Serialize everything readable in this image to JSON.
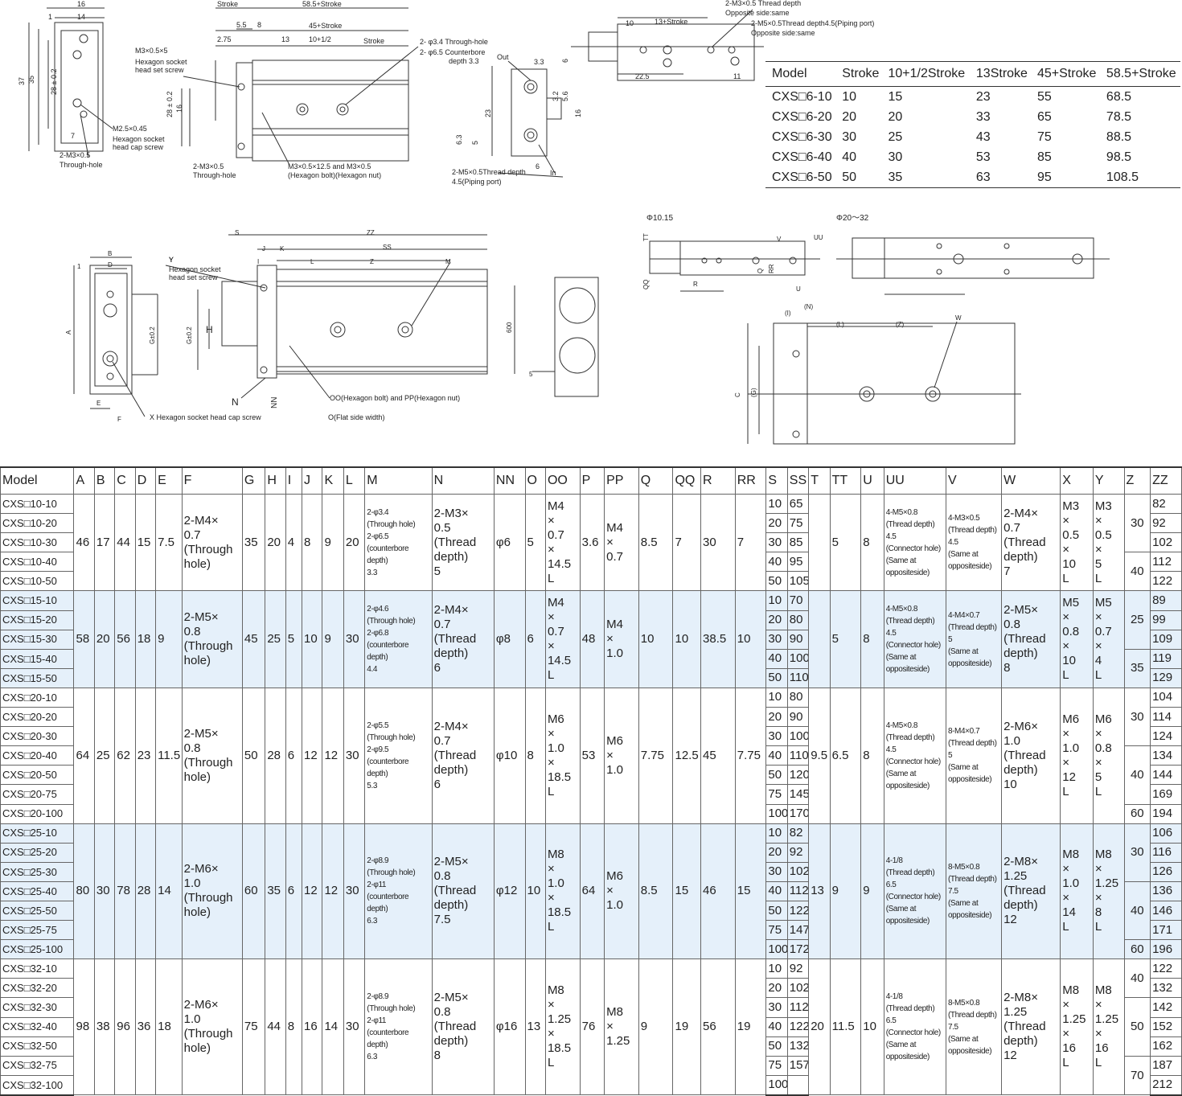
{
  "drawing": {
    "top_dims": [
      "16",
      "1",
      "14",
      "37",
      "35",
      "28 ± 0.2",
      "7",
      "Stroke",
      "58.5+Stroke",
      "5.5",
      "8",
      "2.75",
      "13",
      "45+Stroke",
      "10+1/2",
      "Stroke",
      "28 ± 0.2",
      "16",
      "10",
      "13+Stroke",
      "6",
      "22.5",
      "11",
      "3.3",
      "3.2",
      "5.6",
      "16",
      "23",
      "6.3",
      "5",
      "6"
    ],
    "top_labels": [
      "M3×0.5×5",
      "Hexagon socket",
      "head set screw",
      "M2.5×0.45",
      "Hexagon socket",
      "head cap screw",
      "2-M3×0.5",
      "Through-hole",
      "2-M3×0.5",
      "Through-hole",
      "M3×0.5×12.5 and M3×0.5",
      "(Hexagon bolt)(Hexagon nut)",
      "2- φ3.4 Through-hole",
      "2- φ6.5 Counterbore",
      "depth 3.3",
      "Out",
      "In",
      "2-M5×0.5Thread depth",
      "4.5(Piping port)",
      "2-M3×0.5 Thread depth",
      "Opposite side:same",
      "2-M5×0.5Thread depth4.5(Piping port)",
      "Opposite side:same"
    ],
    "mid_dims": [
      "B",
      "1",
      "D",
      "A",
      "G±0.2",
      "E",
      "F",
      "S",
      "ZZ",
      "J",
      "K",
      "SS",
      "I",
      "L",
      "Z",
      "M",
      "H",
      "G±0.2",
      "600",
      "5",
      "N",
      "NN",
      "Y",
      "TT",
      "QQ",
      "R",
      "V",
      "UU",
      "RR",
      "Q",
      "U",
      "C",
      "(G)",
      "W",
      "(L)",
      "(Z)",
      "(N)",
      "(I)"
    ],
    "mid_labels": [
      "Y",
      "Hexagon socket",
      "head set screw",
      "X Hexagon socket head cap screw",
      "OO(Hexagon bolt) and PP(Hexagon nut)",
      "O(Flat side width)",
      "Φ10.15",
      "Φ20～32"
    ]
  },
  "stroke_table": {
    "headers": [
      "Model",
      "Stroke",
      "10+1/2Stroke",
      "13Stroke",
      "45+Stroke",
      "58.5+Stroke"
    ],
    "rows": [
      [
        "CXS□6-10",
        "10",
        "15",
        "23",
        "55",
        "68.5"
      ],
      [
        "CXS□6-20",
        "20",
        "20",
        "33",
        "65",
        "78.5"
      ],
      [
        "CXS□6-30",
        "30",
        "25",
        "43",
        "75",
        "88.5"
      ],
      [
        "CXS□6-40",
        "40",
        "30",
        "53",
        "85",
        "98.5"
      ],
      [
        "CXS□6-50",
        "50",
        "35",
        "63",
        "95",
        "108.5"
      ]
    ]
  },
  "spec_table": {
    "headers": [
      "Model",
      "A",
      "B",
      "C",
      "D",
      "E",
      "F",
      "G",
      "H",
      "I",
      "J",
      "K",
      "L",
      "M",
      "N",
      "NN",
      "O",
      "OO",
      "P",
      "PP",
      "Q",
      "QQ",
      "R",
      "RR",
      "S",
      "SS",
      "T",
      "TT",
      "U",
      "UU",
      "V",
      "W",
      "X",
      "Y",
      "Z",
      "ZZ"
    ],
    "groups": [
      {
        "models": [
          "CXS□10-10",
          "CXS□10-20",
          "CXS□10-30",
          "CXS□10-40",
          "CXS□10-50"
        ],
        "A": "46",
        "B": "17",
        "C": "44",
        "D": "15",
        "E": "7.5",
        "F": "2-M4×\n0.7\n(Through\nhole)",
        "G": "35",
        "H": "20",
        "I": "4",
        "J": "8",
        "K": "9",
        "L": "20",
        "M": "2-φ3.4\n(Through hole)\n2-φ6.5\n(counterbore depth)\n3.3",
        "N": "2-M3×\n0.5\n(Thread\ndepth)\n5",
        "NN": "φ6",
        "O": "5",
        "OO": "M4\n×\n0.7\n×\n14.5\nL",
        "P": "3.6",
        "PP": "M4\n×\n0.7",
        "Q": "8.5",
        "QQ": "7",
        "R": "30",
        "RR": "7",
        "S": [
          "10",
          "20",
          "30",
          "40",
          "50"
        ],
        "SS": [
          "65",
          "75",
          "85",
          "95",
          "105"
        ],
        "T": "",
        "TT": "5",
        "U": "8",
        "UU": "4-M5×0.8\n(Thread depth)\n4.5\n(Connector hole)\n(Same at\noppositeside)",
        "V": "4-M3×0.5\n(Thread depth)\n4.5\n(Same at\noppositeside)",
        "W": "2-M4×\n0.7\n(Thread\ndepth)\n7",
        "X": "M3\n×\n0.5\n×\n10\nL",
        "Y": "M3\n×\n0.5\n×\n5\nL",
        "Z": [
          "30",
          "40"
        ],
        "ZZ": [
          "82",
          "92",
          "102",
          "112",
          "122"
        ]
      },
      {
        "models": [
          "CXS□15-10",
          "CXS□15-20",
          "CXS□15-30",
          "CXS□15-40",
          "CXS□15-50"
        ],
        "A": "58",
        "B": "20",
        "C": "56",
        "D": "18",
        "E": "9",
        "F": "2-M5×\n0.8\n(Through\nhole)",
        "G": "45",
        "H": "25",
        "I": "5",
        "J": "10",
        "K": "9",
        "L": "30",
        "M": "2-φ4.6\n(Through hole)\n2-φ6.8\n(counterbore depth)\n4.4",
        "N": "2-M4×\n0.7\n(Thread\ndepth)\n6",
        "NN": "φ8",
        "O": "6",
        "OO": "M4\n×\n0.7\n×\n14.5\nL",
        "P": "48",
        "PP": "M4\n×\n1.0",
        "Q": "10",
        "QQ": "10",
        "R": "38.5",
        "RR": "10",
        "S": [
          "10",
          "20",
          "30",
          "40",
          "50"
        ],
        "SS": [
          "70",
          "80",
          "90",
          "100",
          "110"
        ],
        "T": "",
        "TT": "5",
        "U": "8",
        "UU": "4-M5×0.8\n(Thread depth)\n4.5\n(Connector hole)\n(Same at\noppositeside)",
        "V": "4-M4×0.7\n(Thread depth)\n5\n(Same at\noppositeside)",
        "W": "2-M5×\n0.8\n(Thread\ndepth)\n8",
        "X": "M5\n×\n0.8\n×\n10\nL",
        "Y": "M5\n×\n0.7\n×\n4\nL",
        "Z": [
          "25",
          "35"
        ],
        "ZZ": [
          "89",
          "99",
          "109",
          "119",
          "129"
        ]
      },
      {
        "models": [
          "CXS□20-10",
          "CXS□20-20",
          "CXS□20-30",
          "CXS□20-40",
          "CXS□20-50",
          "CXS□20-75",
          "CXS□20-100"
        ],
        "A": "64",
        "B": "25",
        "C": "62",
        "D": "23",
        "E": "11.5",
        "F": "2-M5×\n0.8\n(Through\nhole)",
        "G": "50",
        "H": "28",
        "I": "6",
        "J": "12",
        "K": "12",
        "L": "30",
        "M": "2-φ5.5\n(Through hole)\n2-φ9.5\n(counterbore depth)\n5.3",
        "N": "2-M4×\n0.7\n(Thread\ndepth)\n6",
        "NN": "φ10",
        "O": "8",
        "OO": "M6\n×\n1.0\n×\n18.5\nL",
        "P": "53",
        "PP": "M6\n×\n1.0",
        "Q": "7.75",
        "QQ": "12.5",
        "R": "45",
        "RR": "7.75",
        "S": [
          "10",
          "20",
          "30",
          "40",
          "50",
          "75",
          "100"
        ],
        "SS": [
          "80",
          "90",
          "100",
          "110",
          "120",
          "145",
          "170"
        ],
        "T": "9.5",
        "TT": "6.5",
        "U": "8",
        "UU": "4-M5×0.8\n(Thread depth)\n4.5\n(Connector hole)\n(Same at\noppositeside)",
        "V": "8-M4×0.7\n(Thread depth)\n5\n(Same at\noppositeside)",
        "W": "2-M6×\n1.0\n(Thread\ndepth)\n10",
        "X": "M6\n×\n1.0\n×\n12\nL",
        "Y": "M6\n×\n0.8\n×\n5\nL",
        "Z": [
          "30",
          "40",
          "60"
        ],
        "ZZ": [
          "104",
          "114",
          "124",
          "134",
          "144",
          "169",
          "194"
        ]
      },
      {
        "models": [
          "CXS□25-10",
          "CXS□25-20",
          "CXS□25-30",
          "CXS□25-40",
          "CXS□25-50",
          "CXS□25-75",
          "CXS□25-100"
        ],
        "A": "80",
        "B": "30",
        "C": "78",
        "D": "28",
        "E": "14",
        "F": "2-M6×\n1.0\n(Through\nhole)",
        "G": "60",
        "H": "35",
        "I": "6",
        "J": "12",
        "K": "12",
        "L": "30",
        "M": "2-φ8.9\n(Through hole)\n2-φ11\n(counterbore depth)\n6.3",
        "N": "2-M5×\n0.8\n(Thread\ndepth)\n7.5",
        "NN": "φ12",
        "O": "10",
        "OO": "M8\n×\n1.0\n×\n18.5\nL",
        "P": "64",
        "PP": "M6\n×\n1.0",
        "Q": "8.5",
        "QQ": "15",
        "R": "46",
        "RR": "15",
        "S": [
          "10",
          "20",
          "30",
          "40",
          "50",
          "75",
          "100"
        ],
        "SS": [
          "82",
          "92",
          "102",
          "112",
          "122",
          "147",
          "172"
        ],
        "T": "13",
        "TT": "9",
        "U": "9",
        "UU": "4-1/8\n(Thread depth)\n6.5\n(Connector hole)\n(Same at\noppositeside)",
        "V": "8-M5×0.8\n(Thread depth)\n7.5\n(Same at\noppositeside)",
        "W": "2-M8×\n1.25\n(Thread\ndepth)\n12",
        "X": "M8\n×\n1.0\n×\n14\nL",
        "Y": "M8\n×\n1.25\n×\n8\nL",
        "Z": [
          "30",
          "40",
          "60"
        ],
        "ZZ": [
          "106",
          "116",
          "126",
          "136",
          "146",
          "171",
          "196"
        ]
      },
      {
        "models": [
          "CXS□32-10",
          "CXS□32-20",
          "CXS□32-30",
          "CXS□32-40",
          "CXS□32-50",
          "CXS□32-75",
          "CXS□32-100"
        ],
        "A": "98",
        "B": "38",
        "C": "96",
        "D": "36",
        "E": "18",
        "F": "2-M6×\n1.0\n(Through\nhole)",
        "G": "75",
        "H": "44",
        "I": "8",
        "J": "16",
        "K": "14",
        "L": "30",
        "M": "2-φ8.9\n(Through hole)\n2-φ11\n(counterbore depth)\n6.3",
        "N": "2-M5×\n0.8\n(Thread\ndepth)\n8",
        "NN": "φ16",
        "O": "13",
        "OO": "M8\n×\n1.25\n×\n18.5\nL",
        "P": "76",
        "PP": "M8\n×\n1.25",
        "Q": "9",
        "QQ": "19",
        "R": "56",
        "RR": "19",
        "S": [
          "10",
          "20",
          "30",
          "40",
          "50",
          "75",
          "100"
        ],
        "SS": [
          "92",
          "102",
          "112",
          "122",
          "132",
          "157",
          ""
        ],
        "T": "20",
        "TT": "11.5",
        "U": "10",
        "UU": "4-1/8\n(Thread depth)\n6.5\n(Connector hole)\n(Same at\noppositeside)",
        "V": "8-M5×0.8\n(Thread depth)\n7.5\n(Same at\noppositeside)",
        "W": "2-M8×\n1.25\n(Thread\ndepth)\n12",
        "X": "M8\n×\n1.25\n×\n16\nL",
        "Y": "M8\n×\n1.25\n×\n16\nL",
        "Z": [
          "40",
          "50",
          "70"
        ],
        "ZZ": [
          "122",
          "132",
          "142",
          "152",
          "162",
          "187",
          "212"
        ]
      }
    ]
  }
}
